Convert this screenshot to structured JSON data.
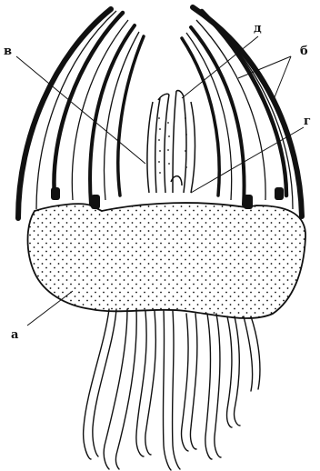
{
  "labels": {
    "v": "в",
    "d": "д",
    "b": "б",
    "g": "г",
    "a": "а"
  }
}
